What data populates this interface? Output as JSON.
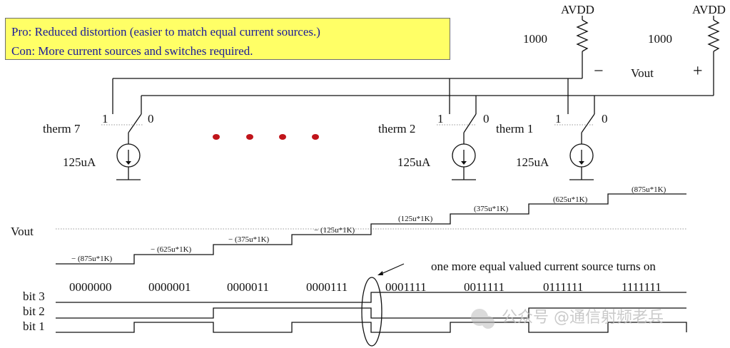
{
  "notes": {
    "pro": "Pro: Reduced distortion (easier to match equal current sources.)",
    "con": "Con: More current sources and switches required."
  },
  "circuit": {
    "supply_left": "AVDD",
    "supply_right": "AVDD",
    "res_left": "1000",
    "res_right": "1000",
    "minus": "−",
    "plus": "+",
    "vout": "Vout",
    "cells": [
      {
        "name": "therm 7",
        "current": "125uA",
        "pos1": "1",
        "pos0": "0"
      },
      {
        "name": "therm 2",
        "current": "125uA",
        "pos1": "1",
        "pos0": "0"
      },
      {
        "name": "therm 1",
        "current": "125uA",
        "pos1": "1",
        "pos0": "0"
      }
    ],
    "dot_color": "#c0141a"
  },
  "staircase": {
    "vout_label": "Vout",
    "steps": [
      "− (875u*1K)",
      "− (625u*1K)",
      "− (375u*1K)",
      "− (125u*1K)",
      "(125u*1K)",
      "(375u*1K)",
      "(625u*1K)",
      "(875u*1K)"
    ]
  },
  "timing": {
    "annotation": "one more equal valued current source turns on",
    "codes": [
      "0000000",
      "0000001",
      "0000011",
      "0000111",
      "0001111",
      "0011111",
      "0111111",
      "1111111"
    ],
    "bits": [
      "bit 3",
      "bit 2",
      "bit 1"
    ]
  },
  "watermark": "公众号 @通信射频老兵"
}
